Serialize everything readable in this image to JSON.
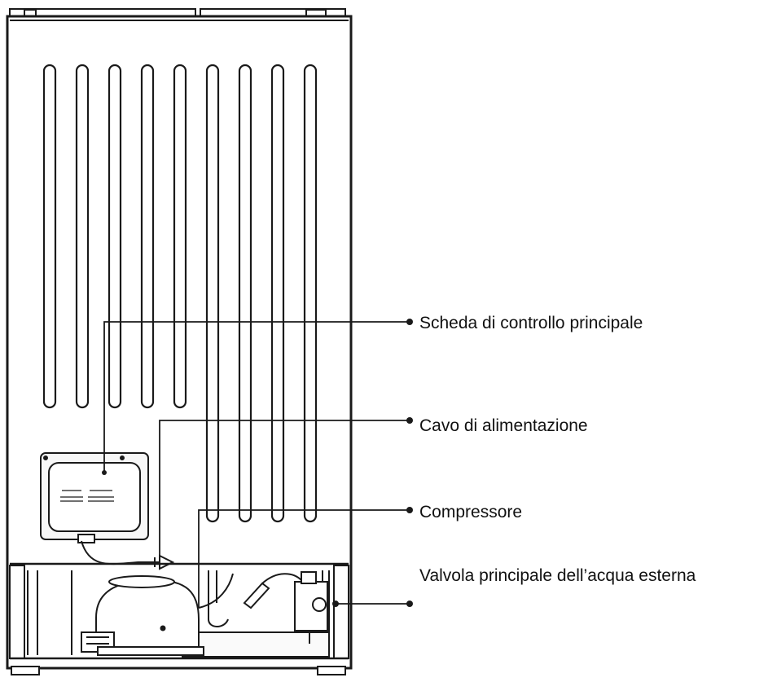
{
  "diagram": {
    "callouts": [
      {
        "id": "main-control-board",
        "label": "Scheda di controllo principale"
      },
      {
        "id": "power-cable",
        "label": "Cavo di alimentazione"
      },
      {
        "id": "compressor",
        "label": "Compressore"
      },
      {
        "id": "external-water-valve",
        "label": "Valvola principale dell’acqua esterna"
      }
    ],
    "colors": {
      "line": "#1a1a1a",
      "background": "#ffffff",
      "fill": "#f4f4f4"
    }
  }
}
